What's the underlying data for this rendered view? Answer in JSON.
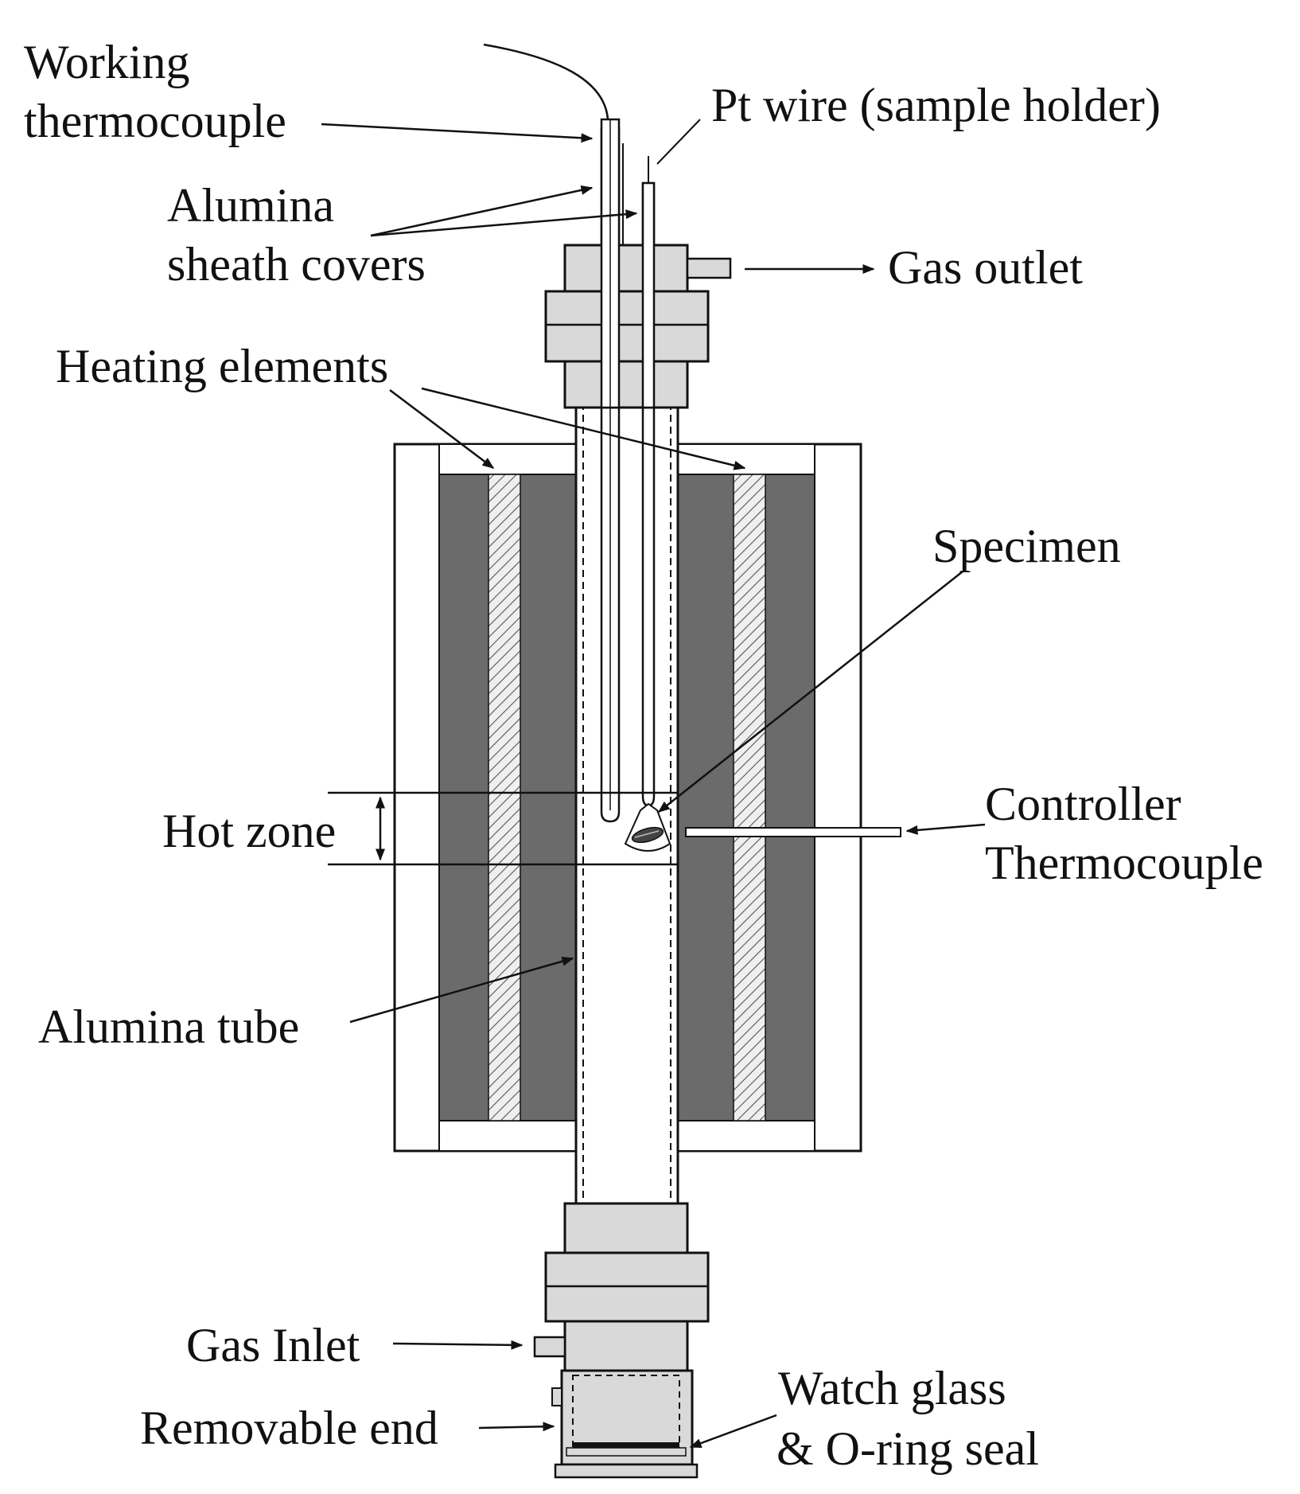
{
  "labels": {
    "working_thermocouple_line1": "Working",
    "working_thermocouple_line2": "thermocouple",
    "pt_wire": "Pt wire (sample holder)",
    "alumina_sheath_line1": "Alumina",
    "alumina_sheath_line2": "sheath covers",
    "gas_outlet": "Gas outlet",
    "heating_elements": "Heating elements",
    "specimen": "Specimen",
    "hot_zone": "Hot zone",
    "controller_tc_line1": "Controller",
    "controller_tc_line2": "Thermocouple",
    "alumina_tube": "Alumina tube",
    "gas_inlet": "Gas Inlet",
    "removable_end": "Removable end",
    "watch_glass_line1": "Watch glass",
    "watch_glass_line2": "& O-ring seal"
  },
  "colors": {
    "heater_dark": "#6b6b6b",
    "fitting_light": "#d9d9d9",
    "outline": "#111111",
    "background": "#ffffff"
  }
}
